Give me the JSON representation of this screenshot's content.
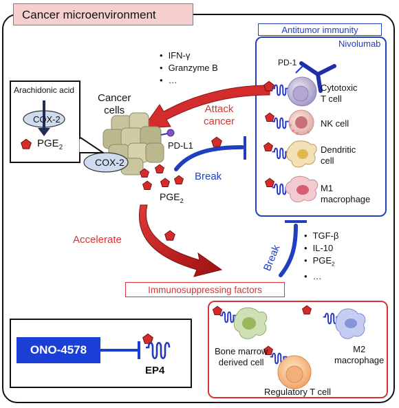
{
  "title": "Cancer microenvironment",
  "antitumor": {
    "title": "Antitumor immunity",
    "drug": "Nivolumab",
    "receptor": "PD-1",
    "cells": [
      "Cytotoxic\nT cell",
      "NK cell",
      "Dendritic\ncell",
      "M1\nmacrophage"
    ]
  },
  "cytokines_top": [
    "IFN-γ",
    "Granzyme B",
    "…"
  ],
  "cancer": {
    "label": "Cancer\ncells",
    "ligand": "PD-L1",
    "enzyme": "COX-2",
    "pge2_base": "PGE",
    "pge2_sub": "2"
  },
  "arachidonic_box": {
    "substrate": "Arachidonic acid",
    "enzyme": "COX-2",
    "product_base": "PGE",
    "product_sub": "2"
  },
  "arrows": {
    "attack": "Attack\ncancer",
    "break_1": "Break",
    "accelerate": "Accelerate",
    "break_2": "Break"
  },
  "factors": {
    "items": [
      "TGF-β",
      "IL-10",
      "PGE",
      "…"
    ],
    "pge2_sub": "2"
  },
  "immunosuppressing": {
    "title": "Immunosuppressing factors",
    "cells": [
      "Bone marrow\nderived cell",
      "M2\nmacrophage",
      "Regulatory T cell"
    ]
  },
  "drug_box": {
    "name": "ONO-4578",
    "receptor": "EP4"
  },
  "colors": {
    "pentagon": "#d42c2c",
    "receptor_blue": "#2435c8",
    "accent_red": "#d93333",
    "accent_blue": "#1f3fbf",
    "ono_blue": "#1a3fd6",
    "title_pink": "#f8cfcf"
  }
}
